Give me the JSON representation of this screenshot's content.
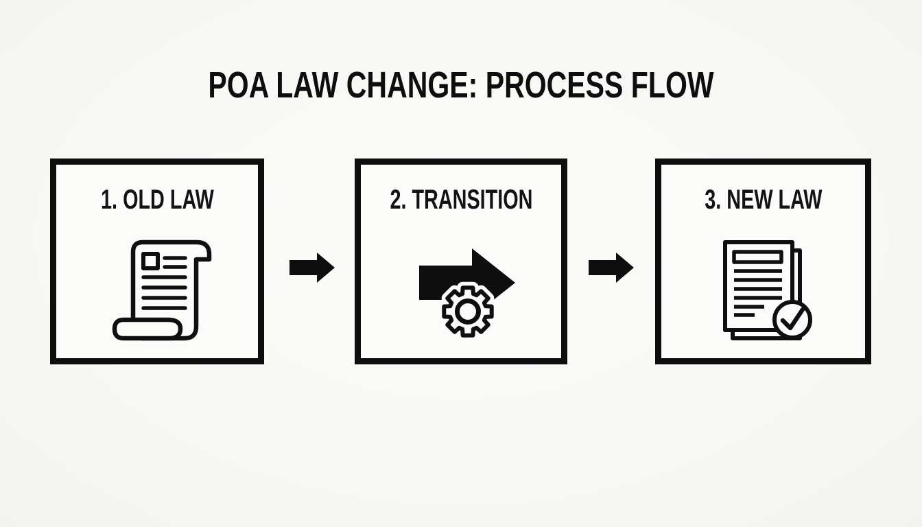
{
  "title": "POA LAW CHANGE: PROCESS FLOW",
  "steps": [
    {
      "label": "1. OLD LAW",
      "icon": "scroll-icon"
    },
    {
      "label": "2. TRANSITION",
      "icon": "arrow-gear-icon"
    },
    {
      "label": "3. NEW LAW",
      "icon": "document-check-icon"
    }
  ],
  "connectors": [
    {
      "icon": "flow-arrow-icon"
    },
    {
      "icon": "flow-arrow-icon"
    }
  ],
  "colors": {
    "ink": "#0e0e0e",
    "background": "#f7f7f4",
    "panel": "#fbfbfa"
  }
}
